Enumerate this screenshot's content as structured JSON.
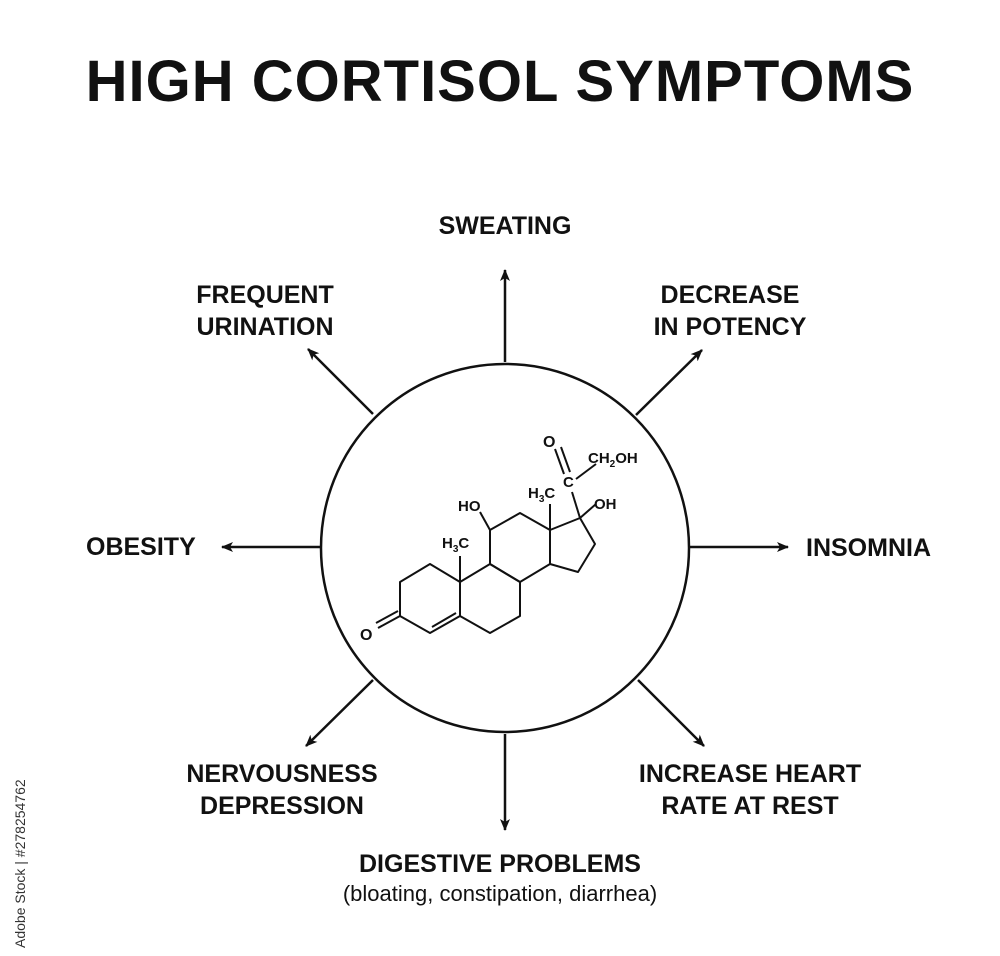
{
  "title": "HIGH CORTISOL SYMPTOMS",
  "symptoms": {
    "sweating": "SWEATING",
    "frequent_urination": [
      "FREQUENT",
      "URINATION"
    ],
    "decrease_potency": [
      "DECREASE",
      "IN POTENCY"
    ],
    "obesity": "OBESITY",
    "insomnia": "INSOMNIA",
    "nervousness": [
      "NERVOUSNESS",
      "DEPRESSION"
    ],
    "heart_rate": [
      "INCREASE HEART",
      "RATE AT REST"
    ],
    "digestive": "DIGESTIVE PROBLEMS",
    "digestive_detail": "(bloating, constipation, diarrhea)"
  },
  "molecule": {
    "ch2oh": "CH",
    "ch2oh_sub": "2",
    "ch2oh_tail": "OH",
    "carbon": "C",
    "oxygen_top": "O",
    "oh_right": "OH",
    "ho_left": "HO",
    "h3c": "H",
    "h3c_sub": "3",
    "h3c_c": "C",
    "oxygen_left": "O"
  },
  "stock_text": "Adobe Stock | #278254762"
}
